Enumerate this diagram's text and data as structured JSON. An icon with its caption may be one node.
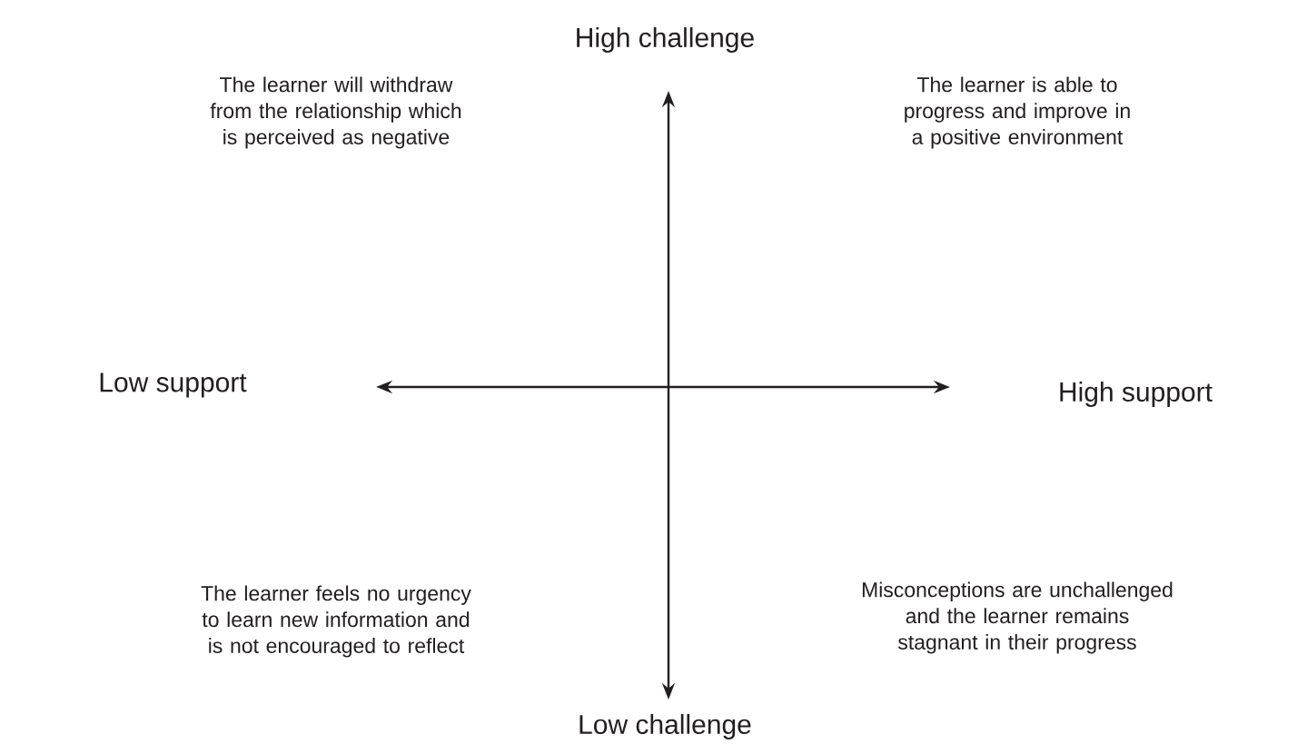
{
  "diagram": {
    "labels": [
      "High challenge",
      "The learner will withdraw from the relationship which is perceived as negative",
      "The learner is able to progress and improve in a positive environment",
      "Low support",
      "High support",
      "The learner feels no urgency to learn new information and is not encouraged to reflect",
      "Misconceptions are unchallenged and the learner remains stagnant in their progress",
      "Low challenge"
    ]
  }
}
